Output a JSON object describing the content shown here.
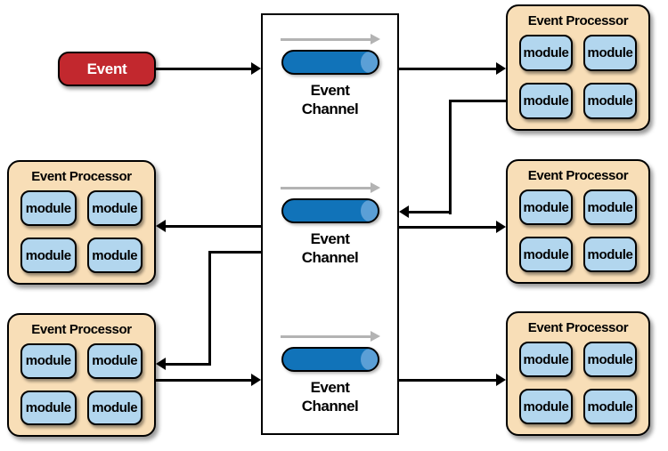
{
  "event_box": {
    "label": "Event"
  },
  "channel_container": {
    "channels": [
      {
        "label": "Event Channel"
      },
      {
        "label": "Event Channel"
      },
      {
        "label": "Event Channel"
      }
    ]
  },
  "processors": [
    {
      "title": "Event Processor",
      "modules": [
        "module",
        "module",
        "module",
        "module"
      ]
    },
    {
      "title": "Event Processor",
      "modules": [
        "module",
        "module",
        "module",
        "module"
      ]
    },
    {
      "title": "Event Processor",
      "modules": [
        "module",
        "module",
        "module",
        "module"
      ]
    },
    {
      "title": "Event Processor",
      "modules": [
        "module",
        "module",
        "module",
        "module"
      ]
    },
    {
      "title": "Event Processor",
      "modules": [
        "module",
        "module",
        "module",
        "module"
      ]
    }
  ],
  "connections": [
    {
      "from": "event",
      "to": "channel-1"
    },
    {
      "from": "channel-1",
      "to": "processor-top-right"
    },
    {
      "from": "processor-top-right",
      "to": "channel-2"
    },
    {
      "from": "channel-2",
      "to": "processor-middle-left"
    },
    {
      "from": "channel-2",
      "to": "processor-middle-right"
    },
    {
      "from": "channel-2",
      "to": "processor-bottom-left"
    },
    {
      "from": "processor-bottom-left",
      "to": "channel-3"
    },
    {
      "from": "channel-3",
      "to": "processor-bottom-right"
    }
  ],
  "colors": {
    "event_red": "#C2282E",
    "processor_tan": "#F8DEB7",
    "module_blue": "#B2D6EE",
    "cylinder_blue": "#1173B9",
    "cylinder_cap_blue": "#5B9FD6",
    "flow_arrow_gray": "#B3B3B3",
    "connector_black": "#000000"
  }
}
